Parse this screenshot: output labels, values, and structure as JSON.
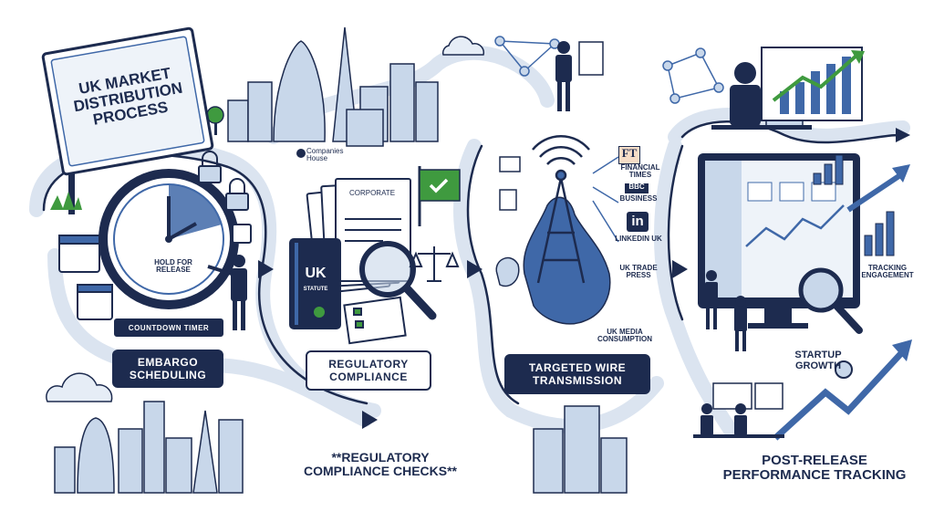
{
  "title": "UK MARKET\nDISTRIBUTION\nPROCESS",
  "stages": {
    "embargo": {
      "clock_label": "HOLD FOR\nRELEASE",
      "timer_label": "COUNTDOWN TIMER",
      "title": "EMBARGO\nSCHEDULING"
    },
    "compliance": {
      "companies_house": "Companies\nHouse",
      "document_label": "CORPORATE",
      "book_label": "UK",
      "book_sub": "STATUTE",
      "title": "REGULATORY\nCOMPLIANCE",
      "caption": "**REGULATORY\nCOMPLIANCE CHECKS**"
    },
    "wire": {
      "outlet_ft_logo": "FT",
      "outlet_ft": "FINANCIAL\nTIMES",
      "outlet_bbc_logo": "BBC",
      "outlet_bbc": "BUSINESS",
      "outlet_linkedin_logo": "in",
      "outlet_linkedin": "LINKEDIN UK",
      "outlet_trade": "UK TRADE\nPRESS",
      "consumption": "UK MEDIA\nCONSUMPTION",
      "title": "TARGETED WIRE\nTRANSMISSION"
    },
    "tracking": {
      "engagement": "TRACKING\nENGAGEMENT",
      "growth": "STARTUP\nGROWTH",
      "title": "POST-RELEASE\nPERFORMANCE TRACKING"
    }
  },
  "colors": {
    "navy": "#1d2b4f",
    "blue": "#3f68a8",
    "light_blue": "#c8d7ea",
    "green": "#3f9a3f",
    "path": "#dbe4f0"
  }
}
